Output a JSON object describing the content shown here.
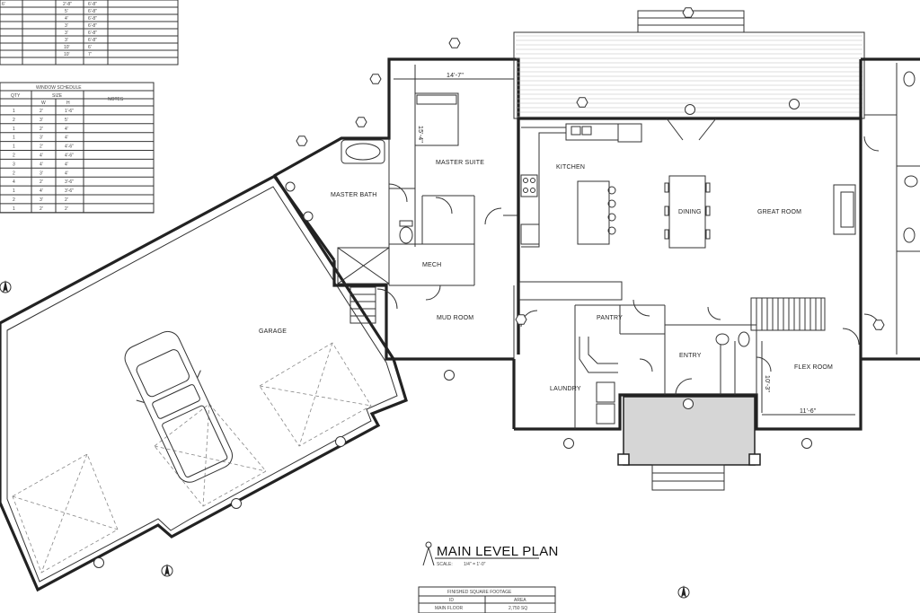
{
  "rooms": {
    "master_suite": "MASTER SUITE",
    "master_bath": "MASTER BATH",
    "mech": "MECH",
    "mud_room": "MUD ROOM",
    "garage": "GARAGE",
    "kitchen": "KITCHEN",
    "dining": "DINING",
    "great_room": "GREAT ROOM",
    "pantry": "PANTRY",
    "entry": "ENTRY",
    "laundry": "LAUNDRY",
    "flex_room": "FLEX ROOM"
  },
  "dimensions": {
    "master_width": "14'-7\"",
    "master_depth": "15'-4\"",
    "flex_width": "11'-6\"",
    "flex_depth": "10'-3\""
  },
  "plan_title": {
    "title": "MAIN LEVEL PLAN",
    "scale_label": "SCALE:",
    "scale_value": "1/4\" = 1'-0\""
  },
  "window_schedule": {
    "title": "WINDOW SCHEDULE",
    "headers": [
      "QTY",
      "SIZE",
      "NOTES"
    ],
    "subheaders": [
      "W",
      "H"
    ],
    "rows": [
      [
        "1",
        "2'",
        "1'-6\""
      ],
      [
        "2",
        "3'",
        "5'"
      ],
      [
        "1",
        "2'",
        "4'"
      ],
      [
        "1",
        "3'",
        "4'"
      ],
      [
        "1",
        "2'",
        "4'-6\""
      ],
      [
        "2",
        "4'",
        "4'-6\""
      ],
      [
        "3",
        "4'",
        "4'"
      ],
      [
        "2",
        "3'",
        "4'"
      ],
      [
        "4",
        "2'",
        "3'-6\""
      ],
      [
        "1",
        "4'",
        "3'-6\""
      ],
      [
        "2",
        "3'",
        "2'"
      ],
      [
        "1",
        "2'",
        "2'"
      ]
    ]
  },
  "door_schedule_partial": {
    "rows": [
      [
        "6'",
        "2'-8\"",
        "6'-8\""
      ],
      [
        "",
        "5'",
        "6'-8\""
      ],
      [
        "",
        "4'",
        "6'-8\""
      ],
      [
        "",
        "3'",
        "6'-8\""
      ],
      [
        "",
        "3'",
        "6'-8\""
      ],
      [
        "",
        "3'",
        "6'-8\""
      ],
      [
        "",
        "10'",
        "6'"
      ],
      [
        "",
        "10'",
        "7'"
      ]
    ]
  },
  "footage_table": {
    "title": "FINISHED SQUARE FOOTAGE",
    "headers": [
      "ID",
      "AREA"
    ],
    "rows": [
      [
        "MAIN FLOOR",
        "2,750 SQ"
      ]
    ]
  },
  "colors": {
    "line": "#222222",
    "porch_fill": "#d6d6d6",
    "paper": "#ffffff"
  }
}
